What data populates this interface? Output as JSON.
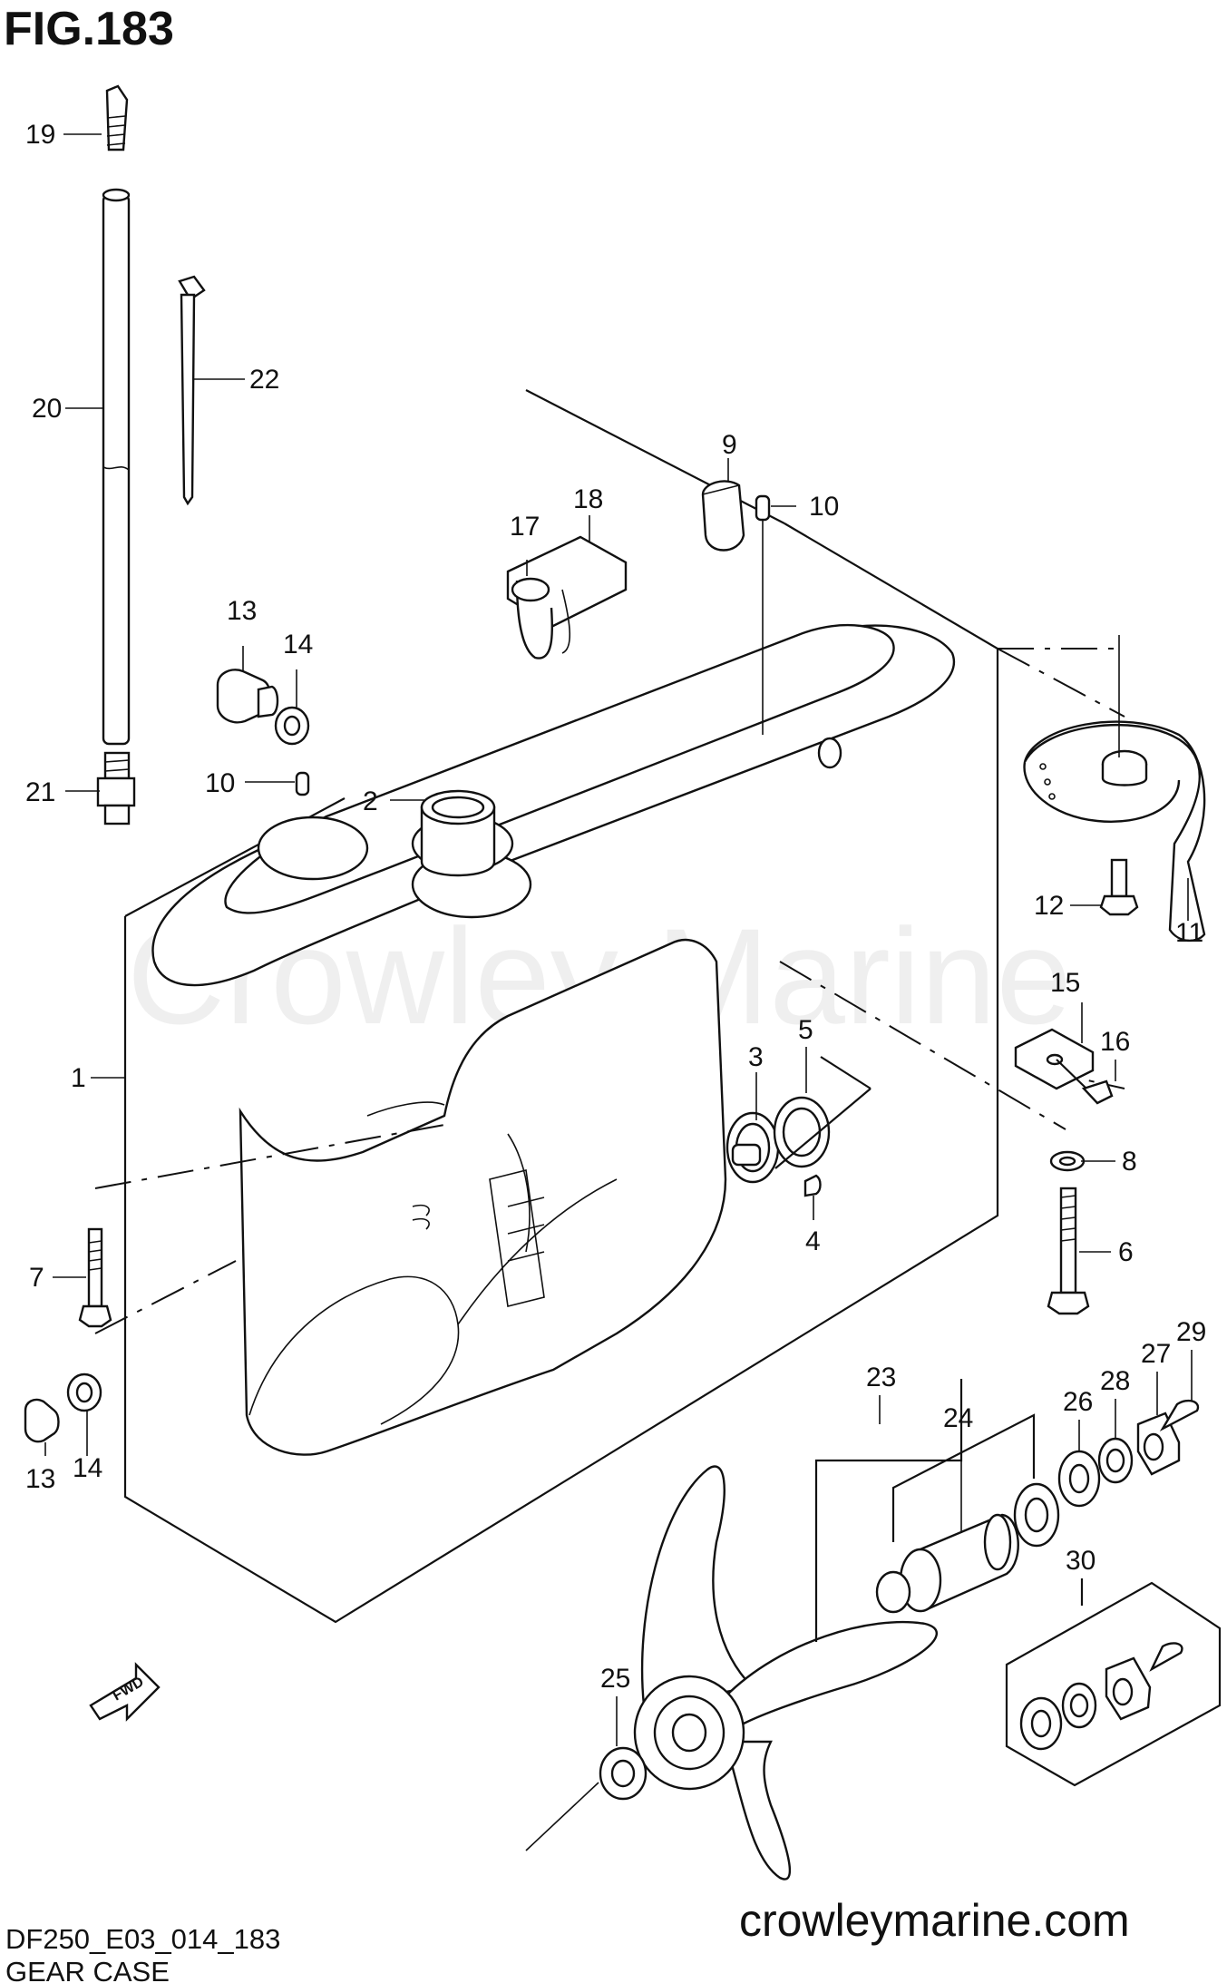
{
  "figure": {
    "title": "FIG.183",
    "model_code": "DF250_E03_014_183",
    "caption": "GEAR CASE",
    "website": "crowleymarine.com",
    "watermark": "Crowley Marine"
  },
  "callouts": {
    "c1": "1",
    "c2": "2",
    "c3": "3",
    "c4": "4",
    "c5": "5",
    "c6": "6",
    "c7": "7",
    "c8": "8",
    "c9": "9",
    "c10a": "10",
    "c10b": "10",
    "c11": "11",
    "c12": "12",
    "c13a": "13",
    "c13b": "13",
    "c14a": "14",
    "c14b": "14",
    "c15": "15",
    "c16": "16",
    "c17": "17",
    "c18": "18",
    "c19": "19",
    "c20": "20",
    "c21": "21",
    "c22": "22",
    "c23": "23",
    "c24": "24",
    "c25": "25",
    "c26": "26",
    "c27": "27",
    "c28": "28",
    "c29": "29",
    "c30": "30"
  },
  "icons": {
    "fwd_arrow": "FWD"
  }
}
